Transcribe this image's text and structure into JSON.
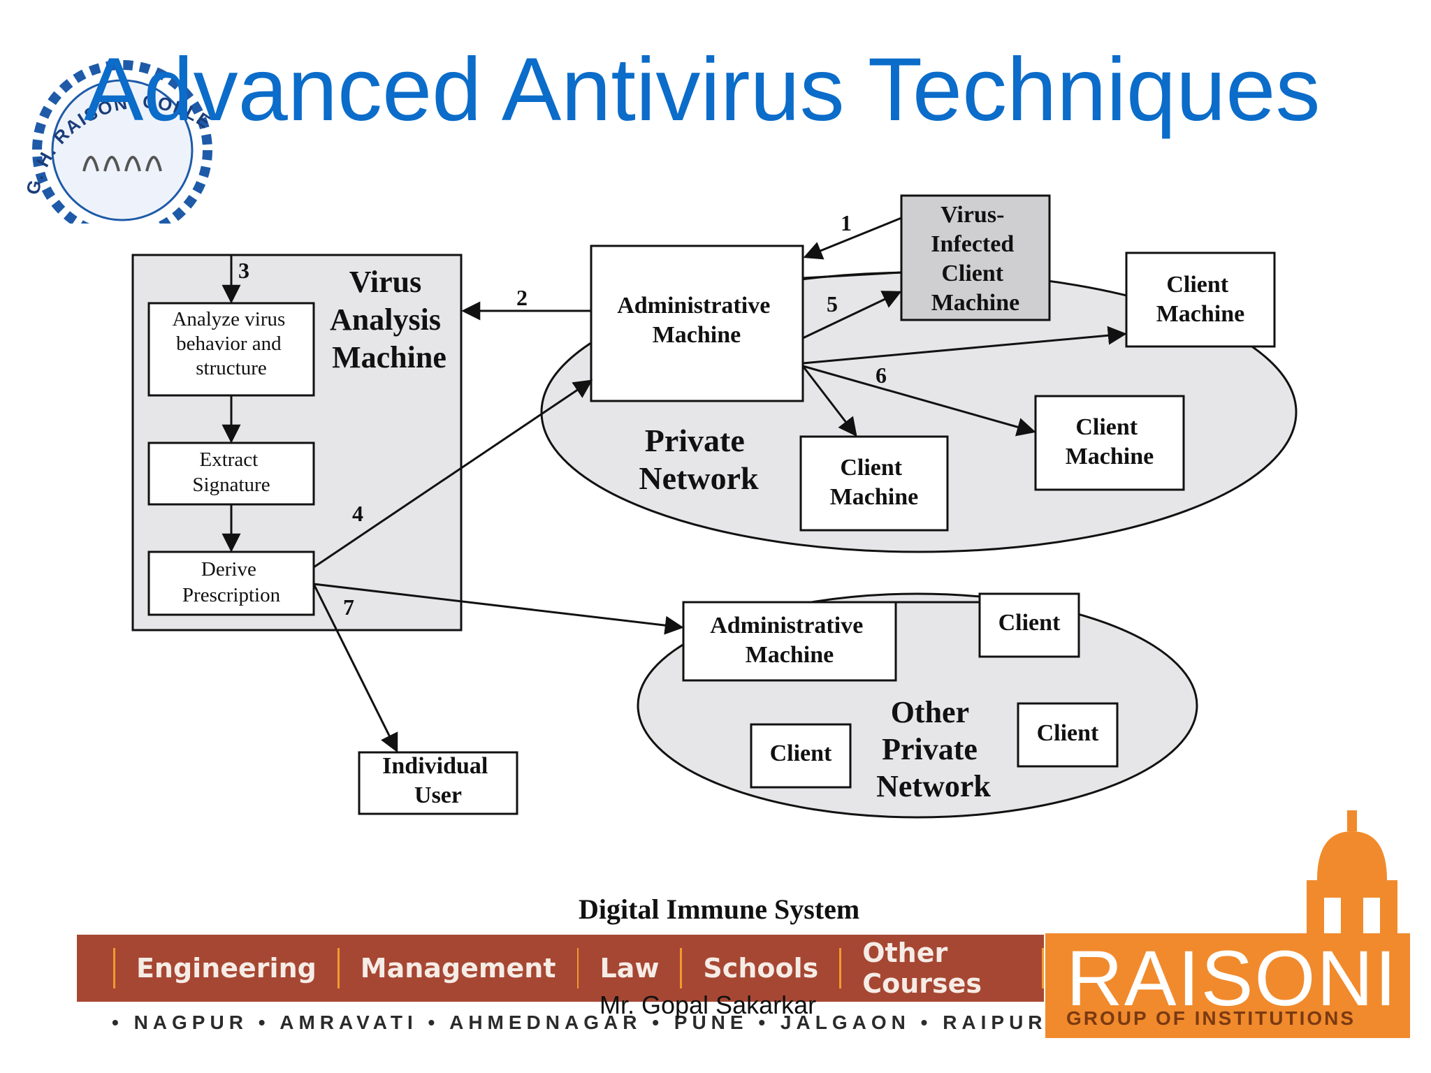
{
  "title": "Advanced Antivirus Techniques",
  "logo_left": {
    "arc_text": "G. H. RAISONI COLLEGE OF ENGINEE"
  },
  "diagram": {
    "vam": {
      "title_lines": [
        "Virus",
        "Analysis",
        "Machine"
      ],
      "steps": [
        [
          "Analyze virus",
          "behavior and",
          "structure"
        ],
        [
          "Extract",
          "Signature"
        ],
        [
          "Derive",
          "Prescription"
        ]
      ]
    },
    "admin1": [
      "Administrative",
      "Machine"
    ],
    "infected": [
      "Virus-",
      "Infected",
      "Client",
      "Machine"
    ],
    "client_machine_a": [
      "Client",
      "Machine"
    ],
    "client_machine_b": [
      "Client",
      "Machine"
    ],
    "client_machine_c": [
      "Client",
      "Machine"
    ],
    "private_network": [
      "Private",
      "Network"
    ],
    "admin2": [
      "Administrative",
      "Machine"
    ],
    "client_top": "Client",
    "client_left": "Client",
    "client_right": "Client",
    "other_network": [
      "Other",
      "Private",
      "Network"
    ],
    "individual_user": [
      "Individual",
      "User"
    ],
    "step_numbers": [
      "1",
      "2",
      "3",
      "4",
      "5",
      "6",
      "7"
    ]
  },
  "caption": "Digital Immune System",
  "banner_items": [
    "Engineering",
    "Management",
    "Law",
    "Schools",
    "Other Courses"
  ],
  "cities": "• NAGPUR • AMRAVATI • AHMEDNAGAR • PUNE • JALGAON • RAIPUR •",
  "presenter": "Mr. Gopal Sakarkar",
  "raisoni": {
    "word": "RAISONI",
    "tagline": "GROUP OF INSTITUTIONS"
  },
  "colors": {
    "title": "#0b6cc9",
    "banner": "#a64733",
    "separator": "#f29a2e",
    "raisoni_bg": "#f18a2c"
  }
}
